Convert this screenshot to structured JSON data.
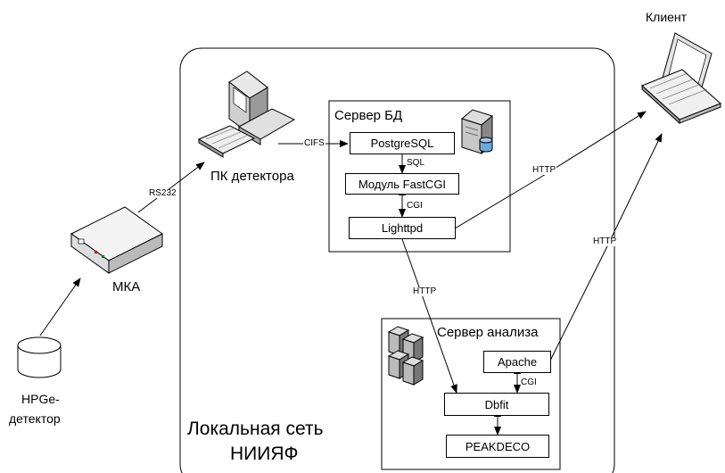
{
  "client": {
    "label": "Клиент"
  },
  "pc": {
    "label": "ПК детектора"
  },
  "mka": {
    "label": "МКА"
  },
  "detector": {
    "line1": "HPGe-",
    "line2": "детектор"
  },
  "network": {
    "line1": "Локальная сеть",
    "line2": "НИИЯФ"
  },
  "db_server": {
    "title": "Сервер БД",
    "postgres": "PostgreSQL",
    "fastcgi": "Модуль FastCGI",
    "lighttpd": "Lighttpd"
  },
  "analysis_server": {
    "title": "Сервер анализа",
    "apache": "Apache",
    "dbfit": "Dbfit",
    "peakdeco": "PEAKDECO"
  },
  "links": {
    "rs232": "RS232",
    "cifs": "CIFS",
    "sql": "SQL",
    "cgi_db": "CGI",
    "http_client_db": "HTTP",
    "http_client_analysis": "HTTP",
    "http_db_analysis": "HTTP",
    "cgi_analysis": "CGI"
  }
}
